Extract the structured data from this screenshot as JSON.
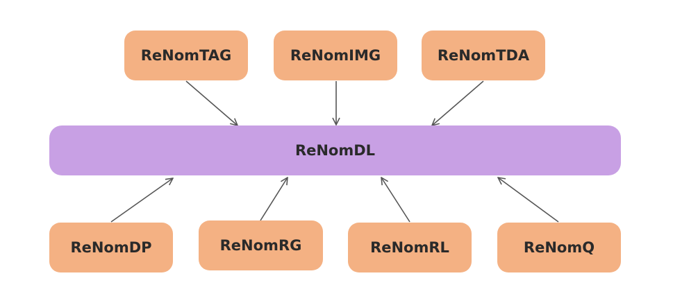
{
  "diagram": {
    "top_modules": [
      "ReNomTAG",
      "ReNomIMG",
      "ReNomTDA"
    ],
    "center_module": "ReNomDL",
    "bottom_modules": [
      "ReNomDP",
      "ReNomRG",
      "ReNomRL",
      "ReNomQ"
    ],
    "colors": {
      "module_fill": "#f4b183",
      "center_fill": "#c8a0e4",
      "arrow": "#555555",
      "text": "#2a2a2a"
    }
  }
}
